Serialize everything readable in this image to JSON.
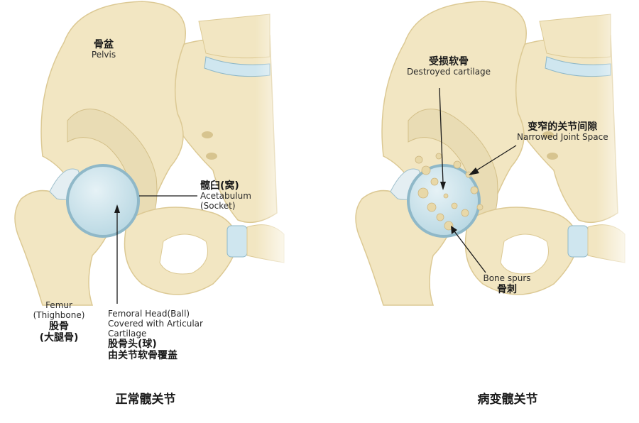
{
  "colors": {
    "bone": "#f2e6c2",
    "bone_shade": "#dcc994",
    "cartilage": "#cfe6ef",
    "cartilage_edge": "#8fb8c8",
    "spongy": "#e9dcb4",
    "arrow": "#1a1a1a"
  },
  "normal": {
    "caption": "正常髋关节",
    "pelvis": {
      "zh": "骨盆",
      "en": "Pelvis"
    },
    "acetabulum": {
      "zh": "髋臼(窝)",
      "en": "Acetabulum",
      "en2": "(Socket)"
    },
    "femur": {
      "en": "Femur",
      "en2": "(Thighbone)",
      "zh": "股骨",
      "zh2": "(大腿骨)"
    },
    "femoral_head": {
      "en": "Femoral Head(Ball)",
      "en2": "Covered with Articular",
      "en3": "Cartilage",
      "zh": "股骨头(球)",
      "zh2": "由关节软骨覆盖"
    }
  },
  "diseased": {
    "caption": "病变髋关节",
    "destroyed_cartilage": {
      "zh": "受损软骨",
      "en": "Destroyed cartilage"
    },
    "narrowed_space": {
      "zh": "变窄的关节间隙",
      "en": "Narrowed Joint Space"
    },
    "bone_spurs": {
      "en": "Bone spurs",
      "zh": "骨刺"
    }
  }
}
